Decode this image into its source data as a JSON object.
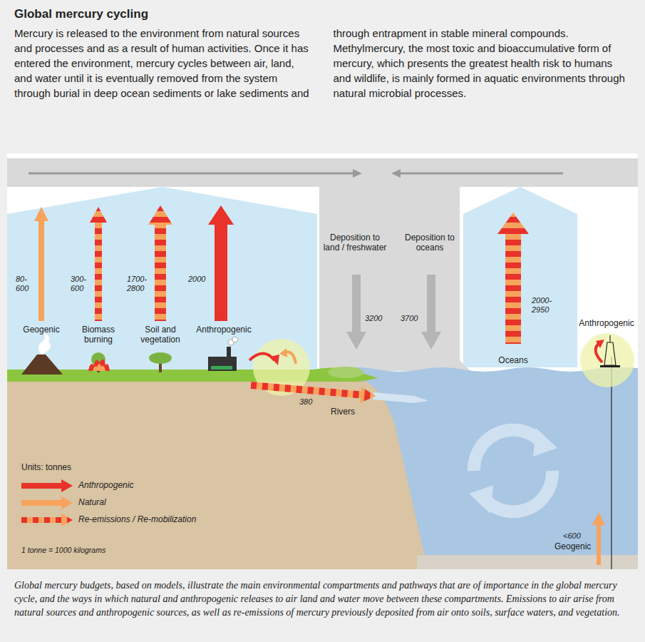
{
  "diagram": {
    "title": "Global mercury cycling",
    "caption": "Global mercury budgets, based on models, illustrate the main environmental compartments and pathways that are of importance in the global mercury cycle, and the ways in which natural and anthropogenic releases to air land and water move between these compartments. Emissions to air arise from natural sources and anthropogenic sources, as well as re-emissions of mercury previously deposited from air onto soils, surface waters, and vegetation.",
    "labels": [
      "Mercury is released to the environment from natural sources and processes and as a result of human activities. Once it has entered the environment, mercury cycles between air, land, and water until it is eventually removed from the system through burial in deep ocean sediments or lake sediments and through entrapment in stable mineral compounds. Methylmercury, the most toxic and bioaccumulative form of mercury, which presents the greatest health risk to humans and wildlife, is mainly formed in aquatic environments through natural microbial processes.",
      "80- 600",
      "300- 600",
      "1700- 2800",
      "2000",
      "Geogenic",
      "Biomass burning",
      "Soil and vegetation",
      "Anthropogenic",
      "Deposition to land / freshwater",
      "Deposition to oceans",
      "3200",
      "3700",
      "2000- 2950",
      "Oceans",
      "Anthropogenic",
      "380",
      "Rivers",
      "Units: tonnes",
      "1 tonne = 1000 kilograms",
      "<600",
      "Geogenic"
    ],
    "legend": [
      {
        "text": "Anthropogenic",
        "color": "#e8322a"
      },
      {
        "text": "Natural",
        "color": "#f7a35c"
      },
      {
        "text": "Re-emissions / Re-mobilization"
      }
    ]
  }
}
